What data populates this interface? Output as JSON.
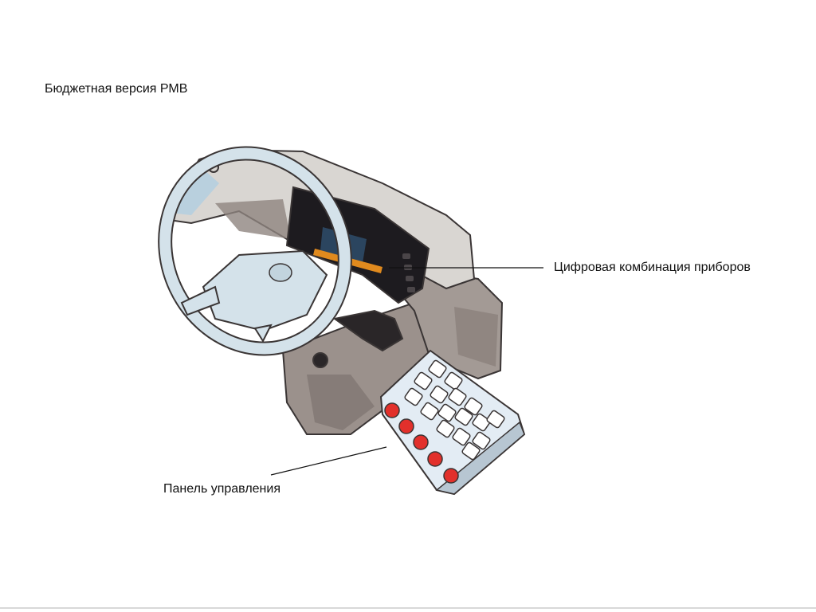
{
  "title": "Бюджетная версия РМВ",
  "callouts": {
    "cluster": "Цифровая комбинация приборов",
    "panel": "Панель управления"
  },
  "colors": {
    "body_gray": "#8f8580",
    "light_gray": "#d9d6d2",
    "wheel_blue": "#d4e2ea",
    "screen_dark": "#1d1b1f",
    "amber": "#e08a1e",
    "button_red": "#e2302b",
    "panel_blue": "#e3ecf4",
    "outline": "#3a3535"
  }
}
